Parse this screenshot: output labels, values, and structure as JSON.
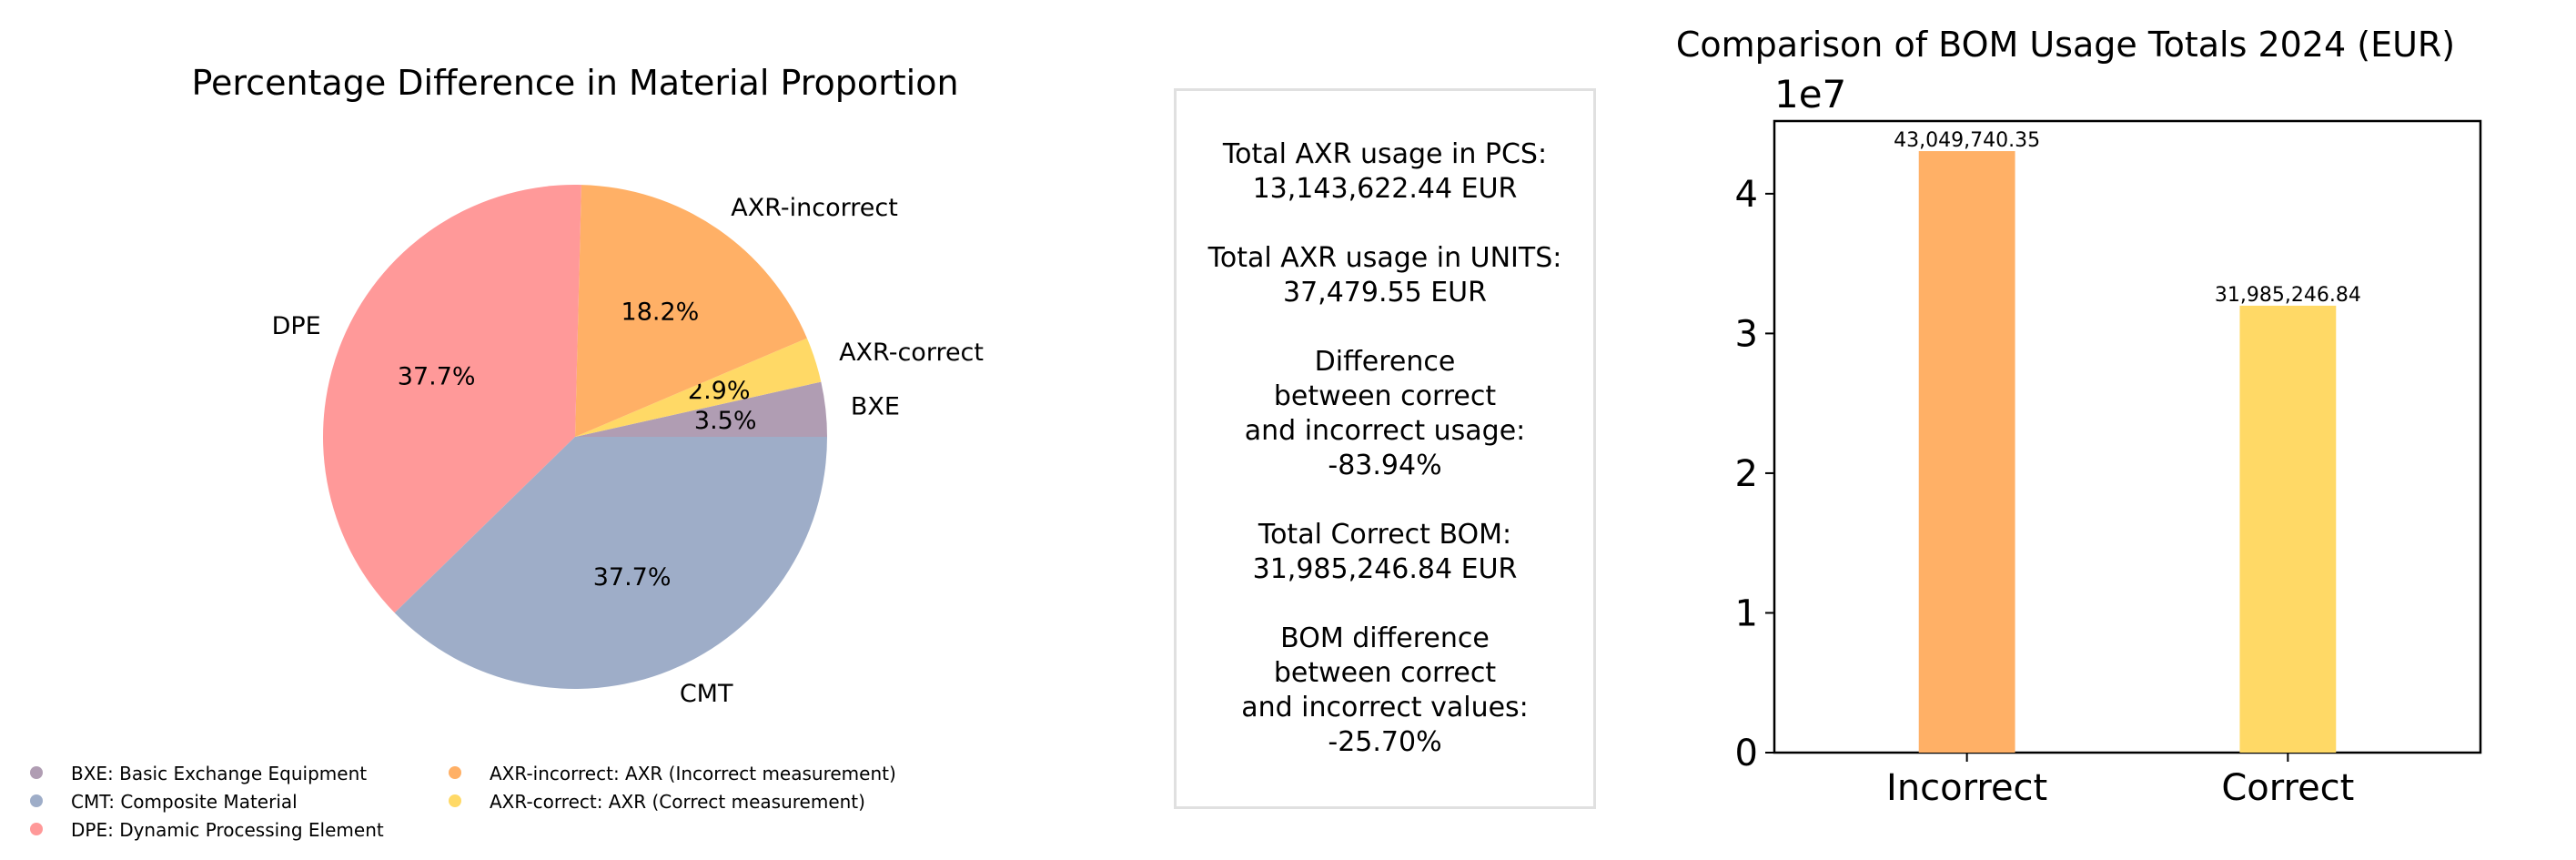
{
  "chart_data": [
    {
      "type": "pie",
      "title": "Percentage Difference in Material Proportion",
      "slices": [
        {
          "label": "BXE",
          "value": 3.5,
          "pct_label": "3.5%",
          "color": "#b09db3"
        },
        {
          "label": "AXR-correct",
          "value": 2.9,
          "pct_label": "2.9%",
          "color": "#ffd966"
        },
        {
          "label": "AXR-incorrect",
          "value": 18.2,
          "pct_label": "18.2%",
          "color": "#ffb066"
        },
        {
          "label": "DPE",
          "value": 37.7,
          "pct_label": "37.7%",
          "color": "#ff9999"
        },
        {
          "label": "CMT",
          "value": 37.7,
          "pct_label": "37.7%",
          "color": "#9eadc8"
        }
      ],
      "legend": [
        {
          "text": "BXE: Basic Exchange Equipment",
          "color": "#b09db3"
        },
        {
          "text": "CMT: Composite Material",
          "color": "#9eadc8"
        },
        {
          "text": "DPE: Dynamic Processing Element",
          "color": "#ff9999"
        },
        {
          "text": "AXR-incorrect: AXR (Incorrect measurement)",
          "color": "#ffb066"
        },
        {
          "text": "AXR-correct: AXR (Correct measurement)",
          "color": "#ffd966"
        }
      ],
      "legend_placement": "bottom"
    },
    {
      "type": "bar",
      "title": "Comparison of BOM Usage Totals 2024 (EUR)",
      "categories": [
        "Incorrect",
        "Correct"
      ],
      "values": [
        43049740.35,
        31985246.84
      ],
      "value_labels": [
        "43,049,740.35",
        "31,985,246.84"
      ],
      "colors": [
        "#ffb066",
        "#ffd966"
      ],
      "ylim": [
        0,
        45202227.37
      ],
      "yticks": [
        0,
        1,
        2,
        3,
        4
      ],
      "ytick_scale": 10000000,
      "offset_label": "1e7",
      "grid": false
    }
  ],
  "stats_box": {
    "blocks": [
      {
        "lines": [
          "Total AXR usage in PCS:",
          "13,143,622.44 EUR"
        ]
      },
      {
        "lines": [
          "Total AXR usage in UNITS:",
          "37,479.55 EUR"
        ]
      },
      {
        "lines": [
          "Difference",
          "between correct",
          "and incorrect usage:",
          "-83.94%"
        ]
      },
      {
        "lines": [
          "Total Correct BOM:",
          "31,985,246.84 EUR"
        ]
      },
      {
        "lines": [
          "BOM difference",
          "between correct",
          "and incorrect values:",
          "-25.70%"
        ]
      }
    ]
  }
}
